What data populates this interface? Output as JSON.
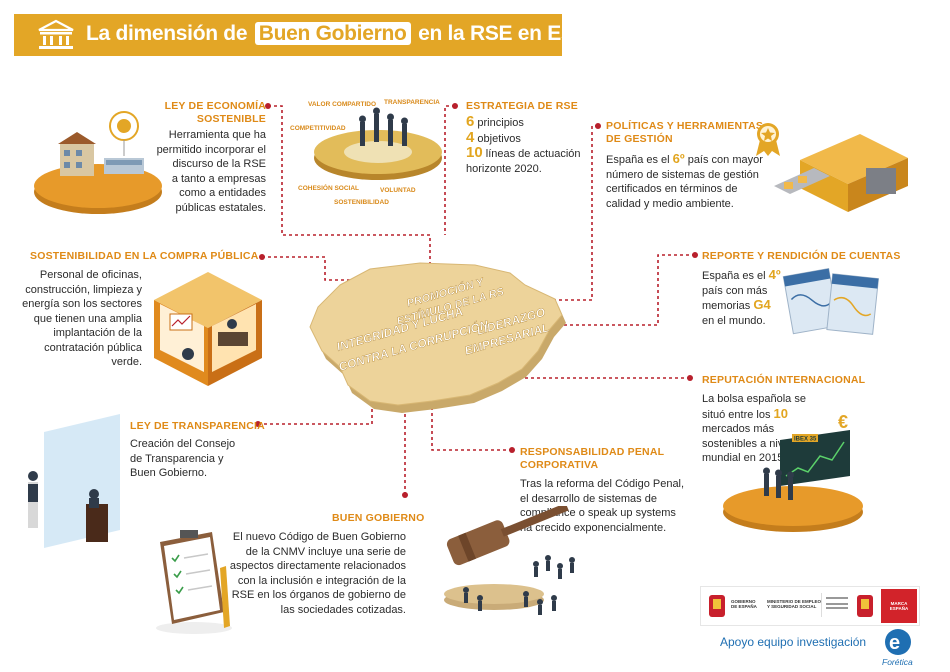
{
  "header": {
    "title_before": "La dimensión de",
    "title_highlight": "Buen Gobierno",
    "title_after": "en la RSE en España"
  },
  "map": {
    "label_promocion_1": "PROMOCIÓN Y",
    "label_promocion_2": "ESTÍMULO DE LA RS",
    "label_integridad_1": "INTEGRIDAD Y LUCHA",
    "label_integridad_2": "CONTRA LA CORRUPCIÓN",
    "label_liderazgo_1": "LIDERAZGO",
    "label_liderazgo_2": "EMPRESARIAL"
  },
  "ley_economia": {
    "title_1": "LEY DE ECONOMÍA",
    "title_2": "SOSTENIBLE",
    "lines": [
      "Herramienta que ha",
      "permitido incorporar el",
      "discurso de la RSE",
      "a tanto a empresas",
      "como a entidades",
      "públicas estatales."
    ]
  },
  "estrategia": {
    "title": "ESTRATEGIA DE RSE",
    "n1": "6",
    "t1": "principios",
    "n2": "4",
    "t2": "objetivos",
    "n3": "10",
    "t3": "líneas de actuación",
    "t4": "horizonte 2020.",
    "wheel_labels": {
      "valor": "VALOR COMPARTIDO",
      "transparencia": "TRANSPARENCIA",
      "competitividad": "COMPETITIVIDAD",
      "cohesion": "COHESIÓN SOCIAL",
      "voluntad": "VOLUNTAD",
      "sostenibilidad": "SOSTENIBILIDAD"
    }
  },
  "politicas": {
    "title_1": "POLÍTICAS Y HERRAMIENTAS",
    "title_2": "DE GESTIÓN",
    "l1_a": "España es el ",
    "l1_n": "6º",
    "l1_b": " país con mayor",
    "lines": [
      "número de sistemas de gestión",
      "certificados en términos de",
      "calidad y medio ambiente."
    ]
  },
  "compra_publica": {
    "title": "SOSTENIBILIDAD EN LA COMPRA PÚBLICA",
    "lines": [
      "Personal de oficinas,",
      "construcción, limpieza y",
      "energía son los sectores",
      "que tienen una amplia",
      "implantación de la",
      "contratación pública",
      "verde."
    ]
  },
  "reporte": {
    "title": "REPORTE Y RENDICIÓN DE CUENTAS",
    "l1_a": "España es el ",
    "l1_n": "4º",
    "l2": "país con más",
    "l3_a": "memorias ",
    "l3_n": "G4",
    "l4": "en el mundo."
  },
  "reputacion": {
    "title": "REPUTACIÓN INTERNACIONAL",
    "l1": "La bolsa española se",
    "l2_a": "situó entre los ",
    "l2_n": "10",
    "l3": "mercados más",
    "l4": "sostenibles a nivel",
    "l5": "mundial en 2015.",
    "board_label": "IBEX 35"
  },
  "ley_transparencia": {
    "title": "LEY DE TRANSPARENCIA",
    "lines": [
      "Creación del Consejo",
      "de Transparencia y",
      "Buen Gobierno."
    ]
  },
  "responsabilidad": {
    "title_1": "RESPONSABILIDAD PENAL",
    "title_2": "CORPORATIVA",
    "lines": [
      "Tras la reforma del Código Penal,",
      "el desarrollo de sistemas de",
      "compliance o speak up systems",
      "ha crecido exponencialmente."
    ]
  },
  "buen_gobierno": {
    "title": "BUEN GOBIERNO",
    "lines": [
      "El nuevo Código de Buen Gobierno",
      "de la CNMV incluye una serie de",
      "aspectos directamente relacionados",
      "con la inclusión e integración de la",
      "RSE en los órganos de gobierno de",
      "las sociedades cotizadas."
    ]
  },
  "footer": {
    "text": "Apoyo equipo investigación",
    "logo_gob_1": "GOBIERNO",
    "logo_gob_2": "DE ESPAÑA",
    "logo_min_1": "MINISTERIO DE EMPLEO",
    "logo_min_2": "Y SEGURIDAD SOCIAL",
    "logo_marca_1": "MARCA",
    "logo_marca_2": "ESPAÑA",
    "foretica": "Forética"
  },
  "colors": {
    "accent": "#e3a626",
    "title_orange": "#df8a17",
    "dotted_red": "#b8202c",
    "map_fill": "#edd39a"
  }
}
